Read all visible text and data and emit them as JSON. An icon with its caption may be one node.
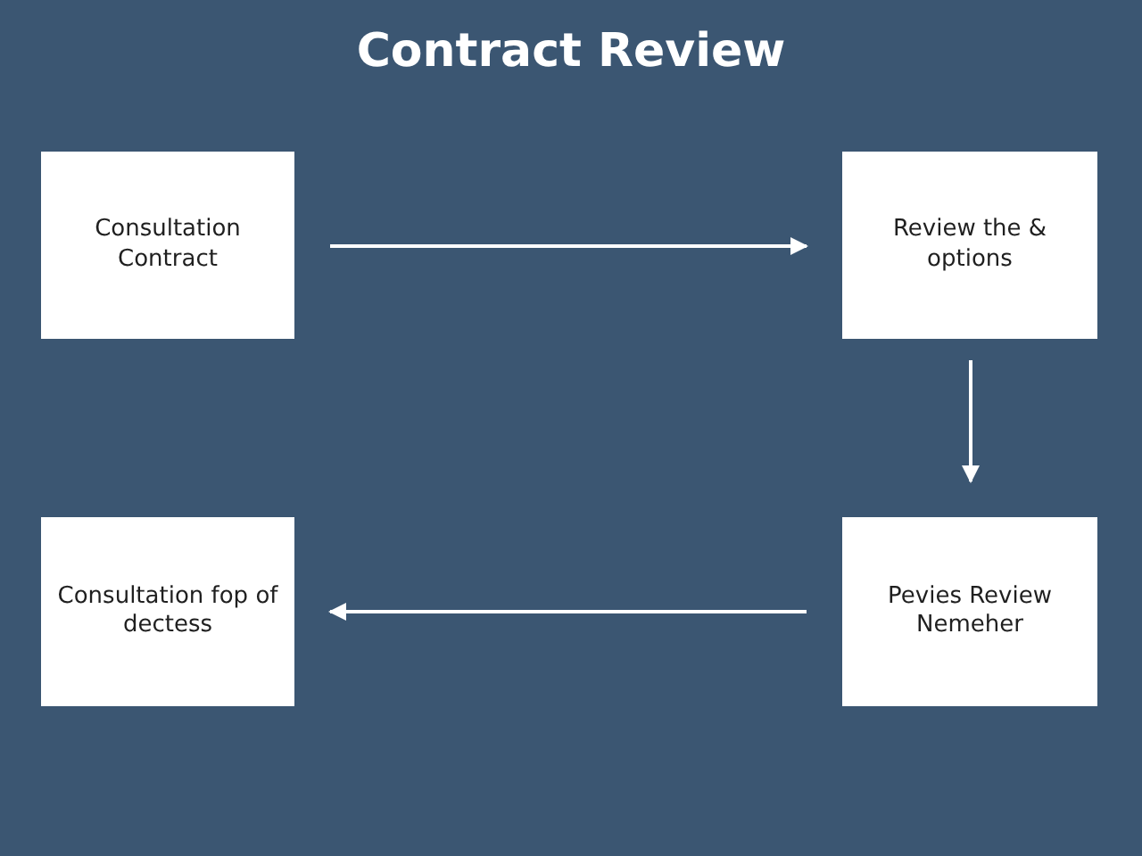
{
  "diagram": {
    "title": "Contract Review",
    "nodes": [
      {
        "text": [
          "Consultation Contract"
        ]
      },
      {
        "text": [
          "Review the & options"
        ]
      },
      {
        "text": [
          "Consultation fop of dectess"
        ]
      },
      {
        "text": [
          "Pevies Review Nemeher"
        ]
      }
    ],
    "edges": [
      {
        "from": 0,
        "to": 1,
        "arrow": "to"
      },
      {
        "from": 1,
        "to": 3,
        "arrow": "to"
      },
      {
        "from": 3,
        "to": 2,
        "arrow": "to"
      }
    ]
  }
}
